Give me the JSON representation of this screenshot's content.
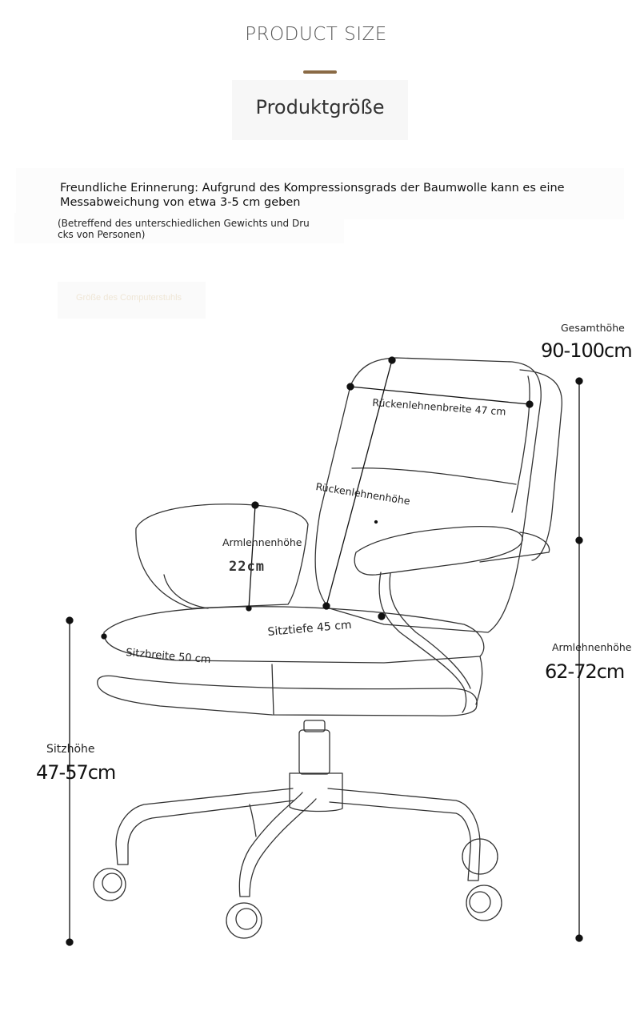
{
  "header": {
    "title": "PRODUCT SIZE",
    "subtitle": "Produktgröße",
    "accent_color": "#8a6a45"
  },
  "reminder": {
    "text": "Freundliche Erinnerung: Aufgrund des Kompressionsgrads der Baumwolle kann es eine Messabweichung von etwa 3-5 cm geben",
    "note": "(Betreffend des unterschiedlichen Gewichts und Drucks von Personen)"
  },
  "chair_label": "Größe des Computerstuhls",
  "measurements": {
    "total_height_label": "Gesamthöhe",
    "total_height_value": "90-100cm",
    "backrest_width": "Rückenlehnenbreite 47 cm",
    "backrest_height_label": "Rückenlehnenhöhe",
    "armrest_height_inner_label": "Armlehnenhöhe",
    "armrest_height_inner_value": "22cm",
    "seat_depth": "Sitztiefe 45 cm",
    "seat_width": "Sitzbreite 50 cm",
    "armrest_height_outer_label": "Armlehnenhöhe",
    "armrest_height_outer_value": "62-72cm",
    "seat_height_label": "Sitzhöhe",
    "seat_height_value": "47-57cm"
  }
}
